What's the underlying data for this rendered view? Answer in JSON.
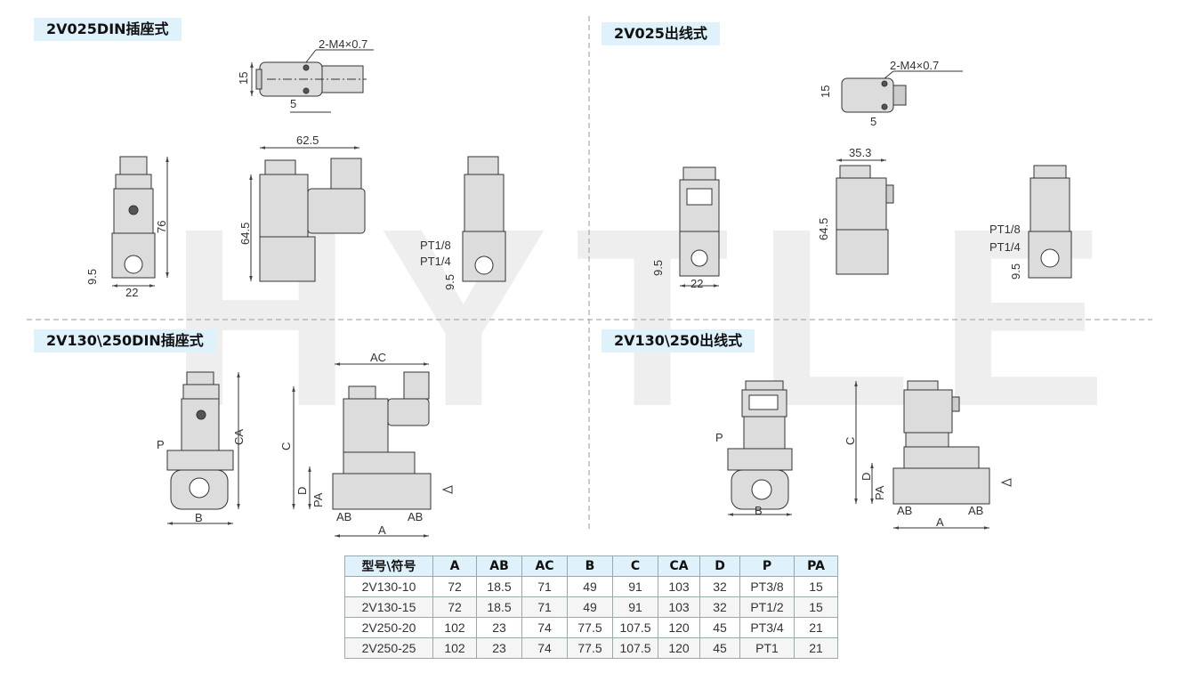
{
  "watermark": "HYTLE",
  "sections": {
    "top_left": {
      "title": "2V025DIN插座式"
    },
    "top_right": {
      "title": "2V025出线式"
    },
    "bottom_left": {
      "title": "2V130\\250DIN插座式"
    },
    "bottom_right": {
      "title": "2V130\\250出线式"
    }
  },
  "dims": {
    "thread": "2-M4×0.7",
    "d15": "15",
    "d5": "5",
    "d62_5": "62.5",
    "d64_5": "64.5",
    "d76": "76",
    "d9_5": "9.5",
    "d22": "22",
    "pt18": "PT1/8",
    "pt14": "PT1/4",
    "d35_3": "35.3",
    "AC": "AC",
    "CA": "CA",
    "C": "C",
    "D": "D",
    "PA": "PA",
    "AB": "AB",
    "A": "A",
    "B": "B",
    "P": "P"
  },
  "table": {
    "headers": [
      "型号\\符号",
      "A",
      "AB",
      "AC",
      "B",
      "C",
      "CA",
      "D",
      "P",
      "PA"
    ],
    "rows": [
      [
        "2V130-10",
        "72",
        "18.5",
        "71",
        "49",
        "91",
        "103",
        "32",
        "PT3/8",
        "15"
      ],
      [
        "2V130-15",
        "72",
        "18.5",
        "71",
        "49",
        "91",
        "103",
        "32",
        "PT1/2",
        "15"
      ],
      [
        "2V250-20",
        "102",
        "23",
        "74",
        "77.5",
        "107.5",
        "120",
        "45",
        "PT3/4",
        "21"
      ],
      [
        "2V250-25",
        "102",
        "23",
        "74",
        "77.5",
        "107.5",
        "120",
        "45",
        "PT1",
        "21"
      ]
    ]
  }
}
